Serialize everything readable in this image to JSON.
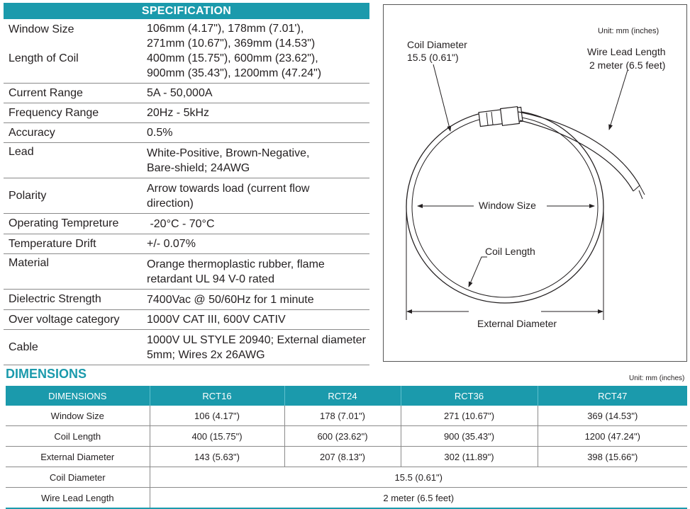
{
  "spec": {
    "title": "SPECIFICATION",
    "window_size_label": "Window Size",
    "length_of_coil_label": "Length of Coil",
    "window_lines": [
      "106mm (4.17\"), 178mm (7.01'),",
      "271mm (10.67\"), 369mm (14.53\")",
      "400mm (15.75\"), 600mm (23.62\"),",
      "900mm (35.43\"), 1200mm (47.24\")"
    ],
    "rows": [
      {
        "label": "Current Range",
        "lines": [
          "5A - 50,000A"
        ]
      },
      {
        "label": "Frequency Range",
        "lines": [
          "20Hz - 5kHz"
        ]
      },
      {
        "label": "Accuracy",
        "lines": [
          "0.5%"
        ]
      },
      {
        "label": "Lead",
        "lines": [
          "White-Positive, Brown-Negative,",
          "Bare-shield; 24AWG"
        ]
      },
      {
        "label": "Polarity",
        "lines": [
          "Arrow towards load (current flow",
          "direction)"
        ]
      },
      {
        "label": "Operating Tempreture",
        "lines": [
          " -20°C - 70°C"
        ]
      },
      {
        "label": "Temperature Drift",
        "lines": [
          "+/- 0.07%"
        ]
      },
      {
        "label": "Material",
        "lines": [
          "Orange thermoplastic rubber, flame",
          "retardant UL 94 V-0 rated"
        ]
      },
      {
        "label": "Dielectric Strength",
        "lines": [
          "7400Vac @ 50/60Hz for 1 minute"
        ]
      },
      {
        "label": "Over voltage category",
        "lines": [
          "1000V CAT III, 600V CATIV"
        ]
      },
      {
        "label": "Cable",
        "lines": [
          "1000V UL STYLE 20940; External diameter",
          "5mm; Wires 2x 26AWG"
        ]
      }
    ]
  },
  "diagram": {
    "unit": "Unit: mm (inches)",
    "coil_diameter": "Coil Diameter",
    "coil_diameter_value": "15.5 (0.61\")",
    "wire_lead_length": "Wire Lead Length",
    "wire_lead_value": "2 meter (6.5 feet)",
    "window_size": "Window Size",
    "coil_length": "Coil Length",
    "external_diameter": "External Diameter"
  },
  "dimensions": {
    "title": "DIMENSIONS",
    "unit": "Unit: mm (inches)",
    "headers": [
      "DIMENSIONS",
      "RCT16",
      "RCT24",
      "RCT36",
      "RCT47"
    ],
    "rows": [
      {
        "label": "Window Size",
        "values": [
          "106 (4.17\")",
          "178 (7.01\")",
          "271 (10.67\")",
          "369 (14.53\")"
        ]
      },
      {
        "label": "Coil Length",
        "values": [
          "400 (15.75\")",
          "600 (23.62\")",
          "900 (35.43\")",
          "1200 (47.24\")"
        ]
      },
      {
        "label": "External Diameter",
        "values": [
          "143 (5.63\")",
          "207 (8.13\")",
          "302 (11.89\")",
          "398 (15.66\")"
        ]
      }
    ],
    "coil_diameter_label": "Coil Diameter",
    "coil_diameter_value": "15.5 (0.61\")",
    "wire_lead_label": "Wire Lead Length",
    "wire_lead_value": "2 meter (6.5 feet)"
  }
}
